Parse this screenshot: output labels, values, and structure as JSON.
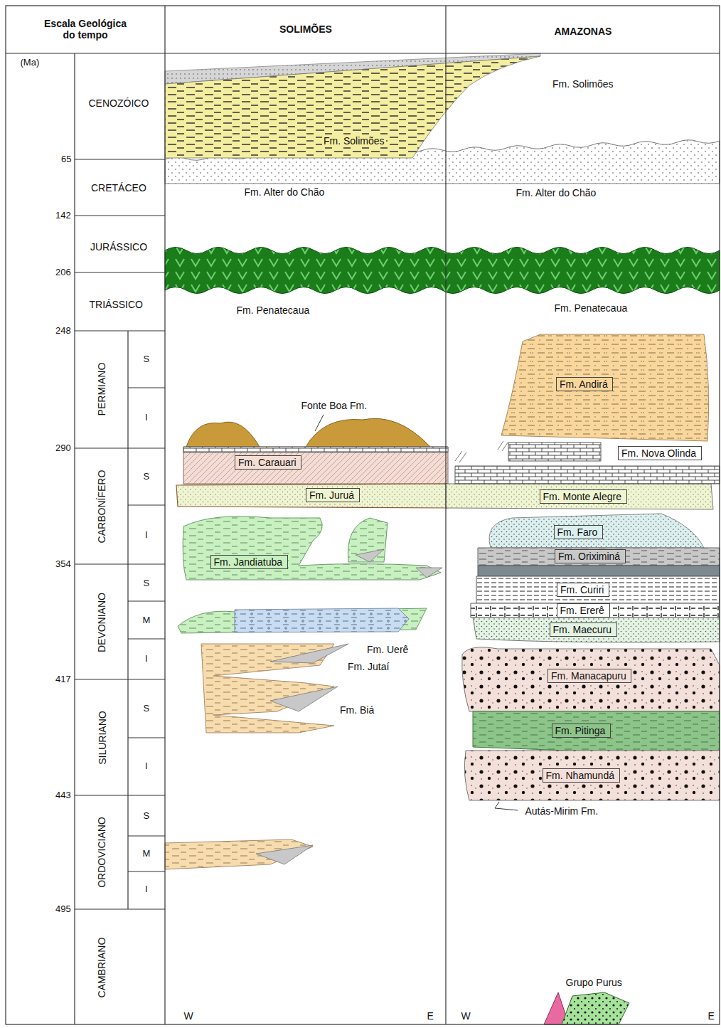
{
  "diagram": {
    "nodes": [
      {
        "text": [
          "Fm. Andirá"
        ]
      },
      {
        "text": [
          "Fm. Nova Olinda"
        ]
      },
      {
        "text": [
          "Fm. Carauari"
        ]
      },
      {
        "text": [
          "Fm. Juruá"
        ]
      },
      {
        "text": [
          "Fm. Monte Alegre"
        ]
      },
      {
        "text": [
          "Fm. Faro"
        ]
      },
      {
        "text": [
          "Fm. Oriximiná"
        ]
      },
      {
        "text": [
          "Fm. Jandiatuba"
        ]
      },
      {
        "text": [
          "Fm. Curiri"
        ]
      },
      {
        "text": [
          "Fm. Ererê"
        ]
      },
      {
        "text": [
          "Fm. Maecuru"
        ]
      },
      {
        "text": [
          "Fm. Manacapuru"
        ]
      },
      {
        "text": [
          "Fm. Pitinga"
        ]
      },
      {
        "text": [
          "Fm. Nhamundá"
        ]
      }
    ],
    "labels": [
      "Escala Geológica do tempo",
      "SOLIMÕES",
      "AMAZONAS",
      "(Ma)",
      "CENOZÓICO",
      "65",
      "CRETÁCEO",
      "142",
      "JURÁSSICO",
      "206",
      "TRIÁSSICO",
      "248",
      "PERMIANO",
      "S",
      "I",
      "290",
      "CARBONÍFERO",
      "S",
      "I",
      "354",
      "DEVONIANO",
      "S",
      "M",
      "I",
      "417",
      "SILURIANO",
      "S",
      "I",
      "443",
      "ORDOVICIANO",
      "S",
      "M",
      "I",
      "495",
      "CAMBRIANO",
      "Fm. Solimões",
      "Fm. Solimões",
      "Fm. Alter do Chão",
      "Fm. Alter do Chão",
      "Fm. Penatecaua",
      "Fm. Penatecaua",
      "Fonte Boa Fm.",
      "Fm. Uerê",
      "Fm. Jutaí",
      "Fm. Biá",
      "Autás-Mirim Fm.",
      "Grupo Purus",
      "W",
      "E",
      "W",
      "E"
    ]
  }
}
